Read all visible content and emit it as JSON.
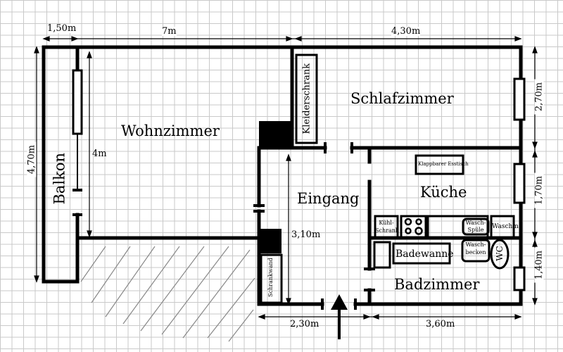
{
  "rooms": {
    "living": "Wohnzimmer",
    "bedroom": "Schlafzimmer",
    "entrance": "Eingang",
    "kitchen": "Küche",
    "bathroom": "Badzimmer",
    "balcony": "Balkon"
  },
  "furniture": {
    "wardrobe": "Kleiderschrank",
    "wall_unit": "Schrankwand",
    "folding_table": "Klappbarer Esstisch",
    "fridge_1": "Kühl-",
    "fridge_2": "Schrank",
    "sink_1": "Wasch-",
    "sink_2": "Spüle",
    "washer": "Waschm",
    "basin_1": "Wasch-",
    "basin_2": "becken",
    "bathtub": "Badewanne",
    "wc": "WC"
  },
  "dimensions": {
    "balcony_width": "1,50m",
    "living_width": "7m",
    "right_width": "4,30m",
    "total_depth": "4,70m",
    "living_depth": "4m",
    "entrance_depth": "3,10m",
    "entrance_width": "2,30m",
    "bath_width": "3,60m",
    "bedroom_depth": "2,70m",
    "kitchen_depth": "1,70m",
    "bath_depth": "1,40m"
  }
}
